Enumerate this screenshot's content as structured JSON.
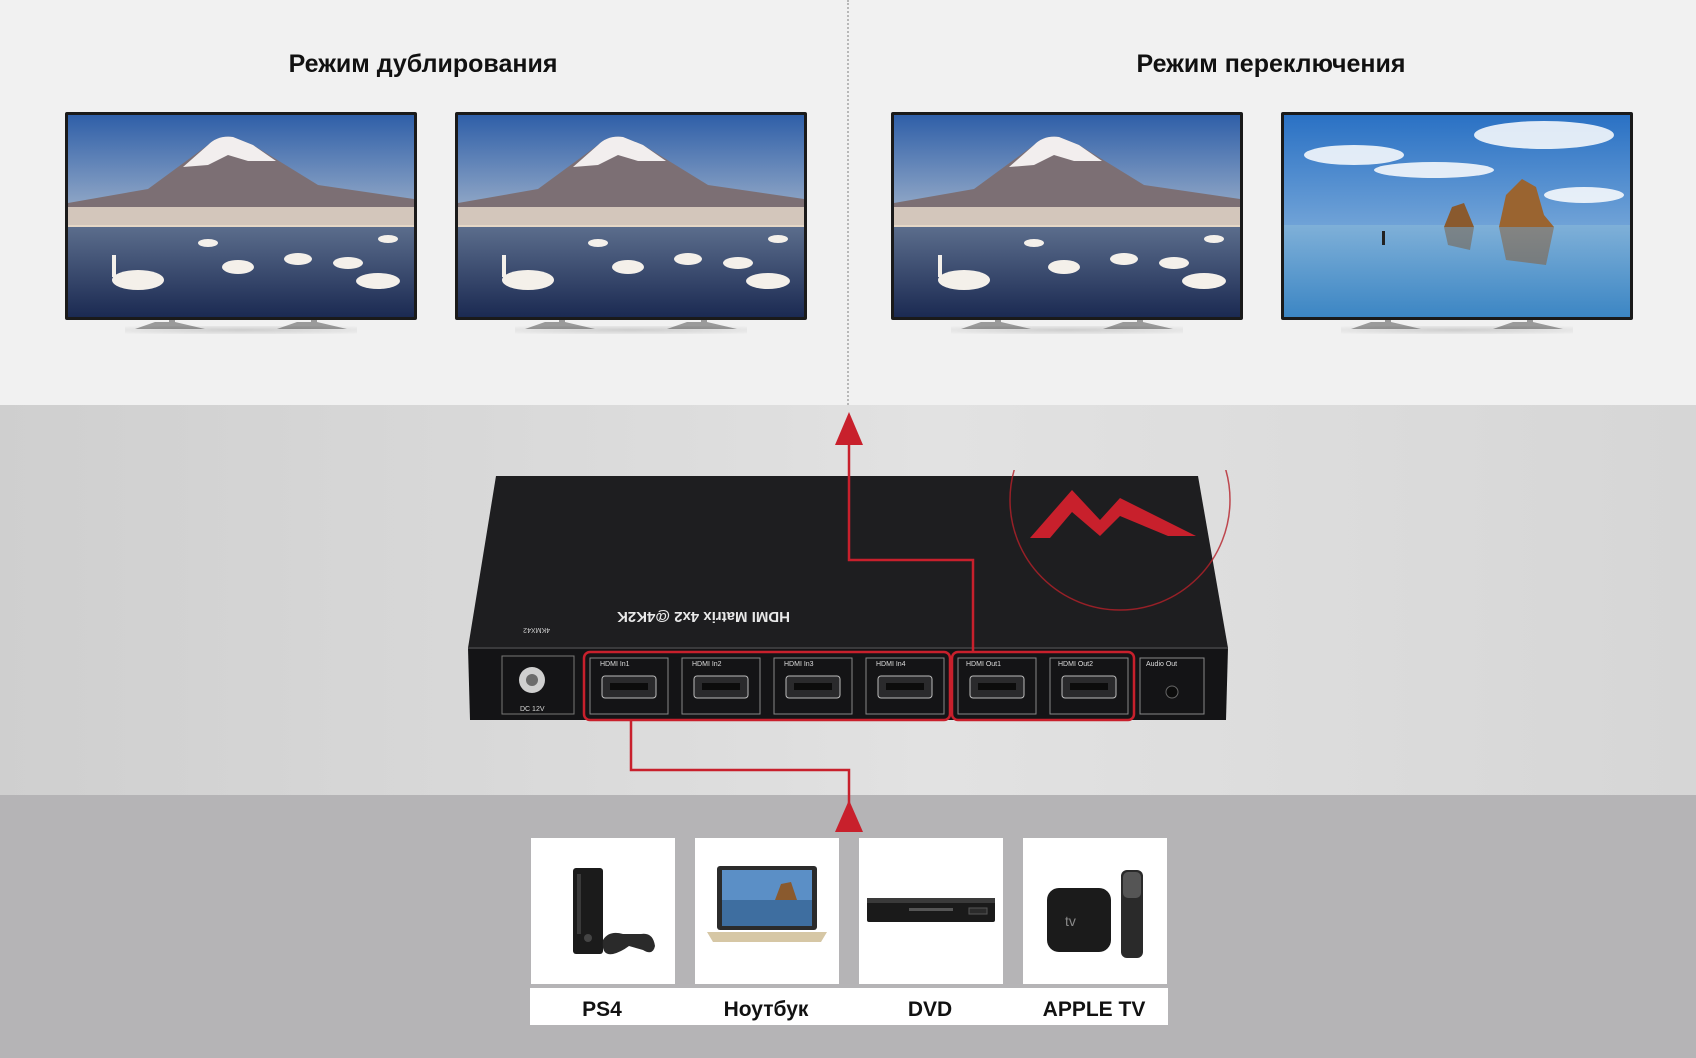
{
  "sections": {
    "left_title": "Режим дублирования",
    "right_title": "Режим переключения"
  },
  "device": {
    "model_text": "HDMI Matrix 4x2 @4K2K",
    "model_code": "4KMX42",
    "power_label": "DC 12V",
    "ports": [
      "HDMI In1",
      "HDMI In2",
      "HDMI In3",
      "HDMI In4",
      "HDMI Out1",
      "HDMI Out2",
      "Audio Out"
    ]
  },
  "sources": [
    {
      "label": "PS4",
      "icon": "game-console-icon"
    },
    {
      "label": "Ноутбук",
      "icon": "laptop-icon"
    },
    {
      "label": "DVD",
      "icon": "dvd-player-icon"
    },
    {
      "label": "APPLE TV",
      "icon": "apple-tv-icon"
    }
  ],
  "colors": {
    "accent_red": "#c8202c",
    "device_body": "#1e1e20",
    "top_band": "#f1f1f1",
    "bottom_band": "#b5b4b6"
  }
}
